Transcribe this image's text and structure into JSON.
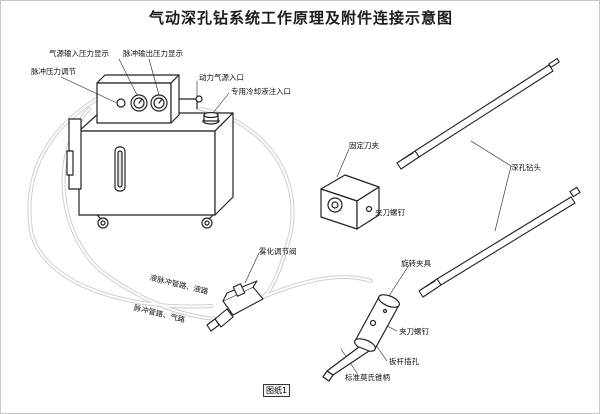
{
  "title": "气动深孔钻系统工作原理及附件连接示意图",
  "labels": {
    "inlet_gauge": "气源输入压力显示",
    "outlet_gauge": "脉冲输出压力显示",
    "pulse_regulator": "脉冲压力调节",
    "air_inlet": "动力气源入口",
    "coolant_inlet": "专用冷却液注入口",
    "fixed_holder": "固定刀夹",
    "clamp_screw_top": "夹刀螺钉",
    "deep_hole_bit": "深孔钻头",
    "atomizer_valve": "雾化调节阀",
    "pulse_pipe": "液脉冲管路、液路",
    "pulse_pipe_air": "脉冲管路、气路",
    "rotary_holder": "旋转夹具",
    "clamp_screw_bottom": "夹刀螺钉",
    "wrench_hole": "扳杆插孔",
    "morse_taper": "标准莫氏锥柄"
  },
  "figure_tag": "图纸1",
  "colors": {
    "line": "#222222",
    "hose": "#d9d9d9",
    "body": "#ffffff"
  }
}
